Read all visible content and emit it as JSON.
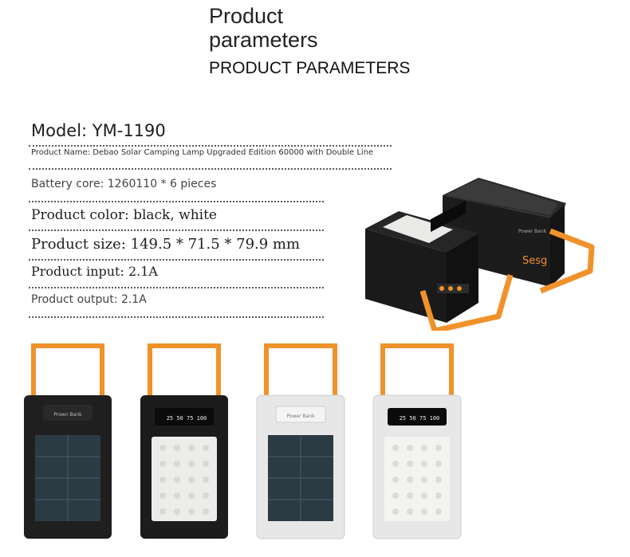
{
  "header": {
    "title_line1": "Product",
    "title_line2": "parameters",
    "subtitle": "PRODUCT PARAMETERS"
  },
  "specs": {
    "model": "Model: YM-1190",
    "product_name": "Product Name: Debao Solar Camping Lamp Upgraded Edition 60000 with Double Line",
    "battery_core": "Battery core: 1260110 * 6 pieces",
    "product_color": "Product color: black, white",
    "product_size": "Product size: 149.5 * 71.5 * 79.9 mm",
    "product_input": "Product input: 2.1A",
    "product_output": "Product output: 2.1A"
  },
  "device": {
    "brand_label": "Prown Bank",
    "brand_label_white": "Power Bank",
    "display_readout": "25 50 75 100",
    "watermark": "Sesg"
  },
  "colors": {
    "handle": "#f0922b",
    "body_black": "#1f1f1f",
    "body_white": "#e7e7e7",
    "led_panel": "#ececea"
  }
}
